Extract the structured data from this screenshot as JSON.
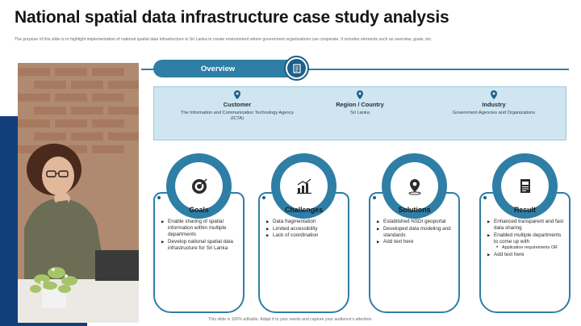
{
  "slide": {
    "title": "National spatial data infrastructure case study analysis",
    "subtitle": "The purpose of this slide is to highlight implementation of national spatial data infrastructure in Sri Lanka to create environment where government organizations can cooperate. It includes elements such as overview, goals, etc.",
    "footer": "This slide is 100% editable. Adapt it to your needs and capture your audience's attention."
  },
  "overview": {
    "label": "Overview",
    "icon": "document-icon",
    "columns": [
      {
        "heading": "Customer",
        "text": "The Information and Communication Technology Agency (ICTA)"
      },
      {
        "heading": "Region / Country",
        "text": "Sri Lanka"
      },
      {
        "heading": "Industry",
        "text": "Government Agencies and Organizations"
      }
    ]
  },
  "cards": [
    {
      "title": "Goals",
      "icon": "target-icon",
      "items": [
        {
          "text": "Enable sharing of spatial information within multiple departments"
        },
        {
          "text": "Develop national spatial data infrastructure for Sri Lanka"
        }
      ]
    },
    {
      "title": "Challenges",
      "icon": "growth-chart-icon",
      "items": [
        {
          "text": "Data fragmentation"
        },
        {
          "text": "Limited accessibility"
        },
        {
          "text": "Lack of coordination"
        }
      ]
    },
    {
      "title": "Solutions",
      "icon": "location-pin-icon",
      "items": [
        {
          "text": "Established NSDI geoportal"
        },
        {
          "text": "Developed data modeling and standards"
        },
        {
          "text": "Add text here"
        }
      ]
    },
    {
      "title": "Result",
      "icon": "report-icon",
      "items": [
        {
          "text": "Enhanced transparent and fast data sharing"
        },
        {
          "text": "Enabled multiple departments to come up with"
        },
        {
          "text": "Application requirements OR",
          "sub": true
        },
        {
          "text": "Add text here"
        }
      ]
    }
  ],
  "colors": {
    "accent": "#2f7ea6",
    "dark": "#123f7a",
    "band": "#cfe6f1"
  }
}
